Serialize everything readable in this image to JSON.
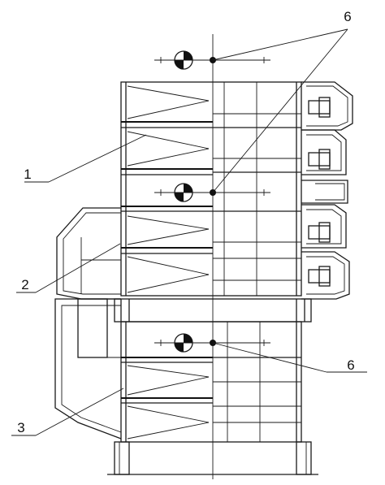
{
  "labels": {
    "callout_1": "1",
    "callout_2": "2",
    "callout_3": "3",
    "callout_6_top": "6",
    "callout_6_bottom": "6"
  }
}
